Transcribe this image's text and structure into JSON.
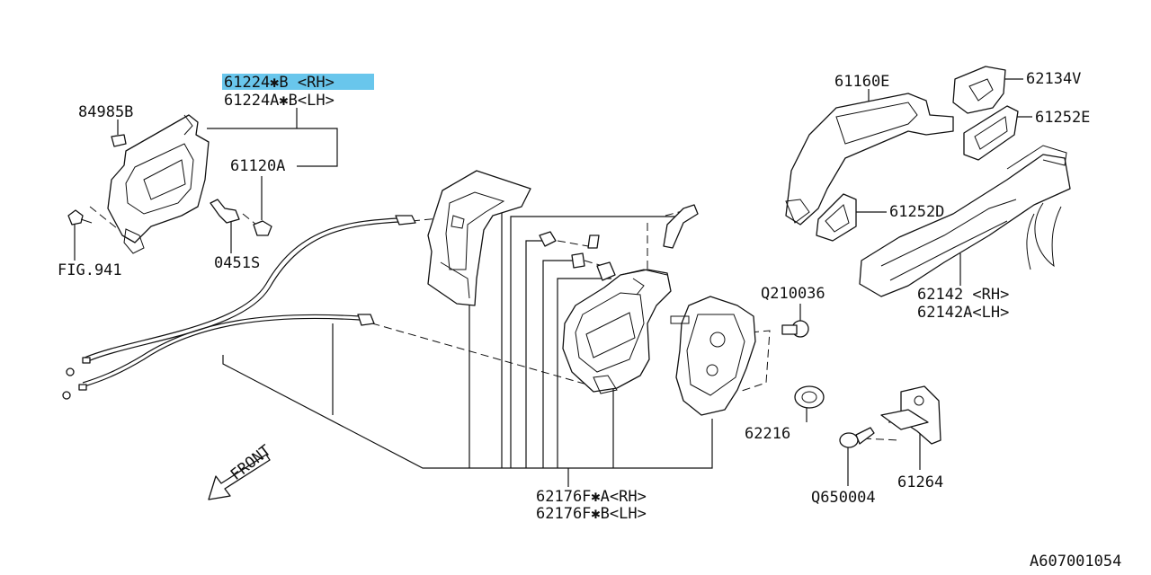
{
  "labels": {
    "p61224b": "61224✱B  <RH>",
    "p61224ab": "61224A✱B<LH>",
    "p84985b": "84985B",
    "p61120a": "61120A",
    "p0451s": "0451S",
    "pfig941": "FIG.941",
    "p61160e": "61160E",
    "p62134v": "62134V",
    "p61252e": "61252E",
    "p61252d": "61252D",
    "p62142rh": "62142 <RH>",
    "p62142alh": "62142A<LH>",
    "pq210036": "Q210036",
    "p62216": "62216",
    "pq650004": "Q650004",
    "p61264": "61264",
    "p62176fa": "62176F✱A<RH>",
    "p62176fb": "62176F✱B<LH>",
    "front": "FRONT",
    "diagram_code": "A607001054"
  },
  "highlight": {
    "color": "#69c6ec",
    "part": "61224✱B  <RH>"
  }
}
